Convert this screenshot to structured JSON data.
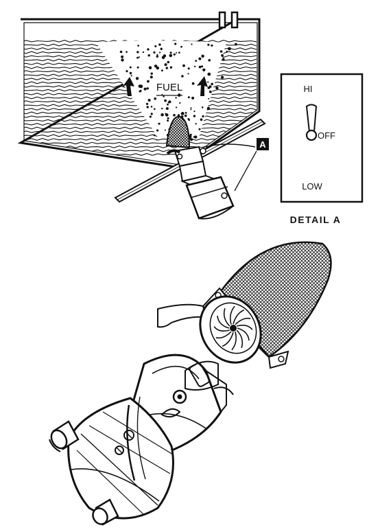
{
  "labels": {
    "fuel": "FUEL",
    "callout": "A",
    "hi": "HI",
    "off": "OFF",
    "low": "LOW",
    "detail_caption": "DETAIL A"
  },
  "colors": {
    "ink": "#111111",
    "paper": "#ffffff"
  }
}
